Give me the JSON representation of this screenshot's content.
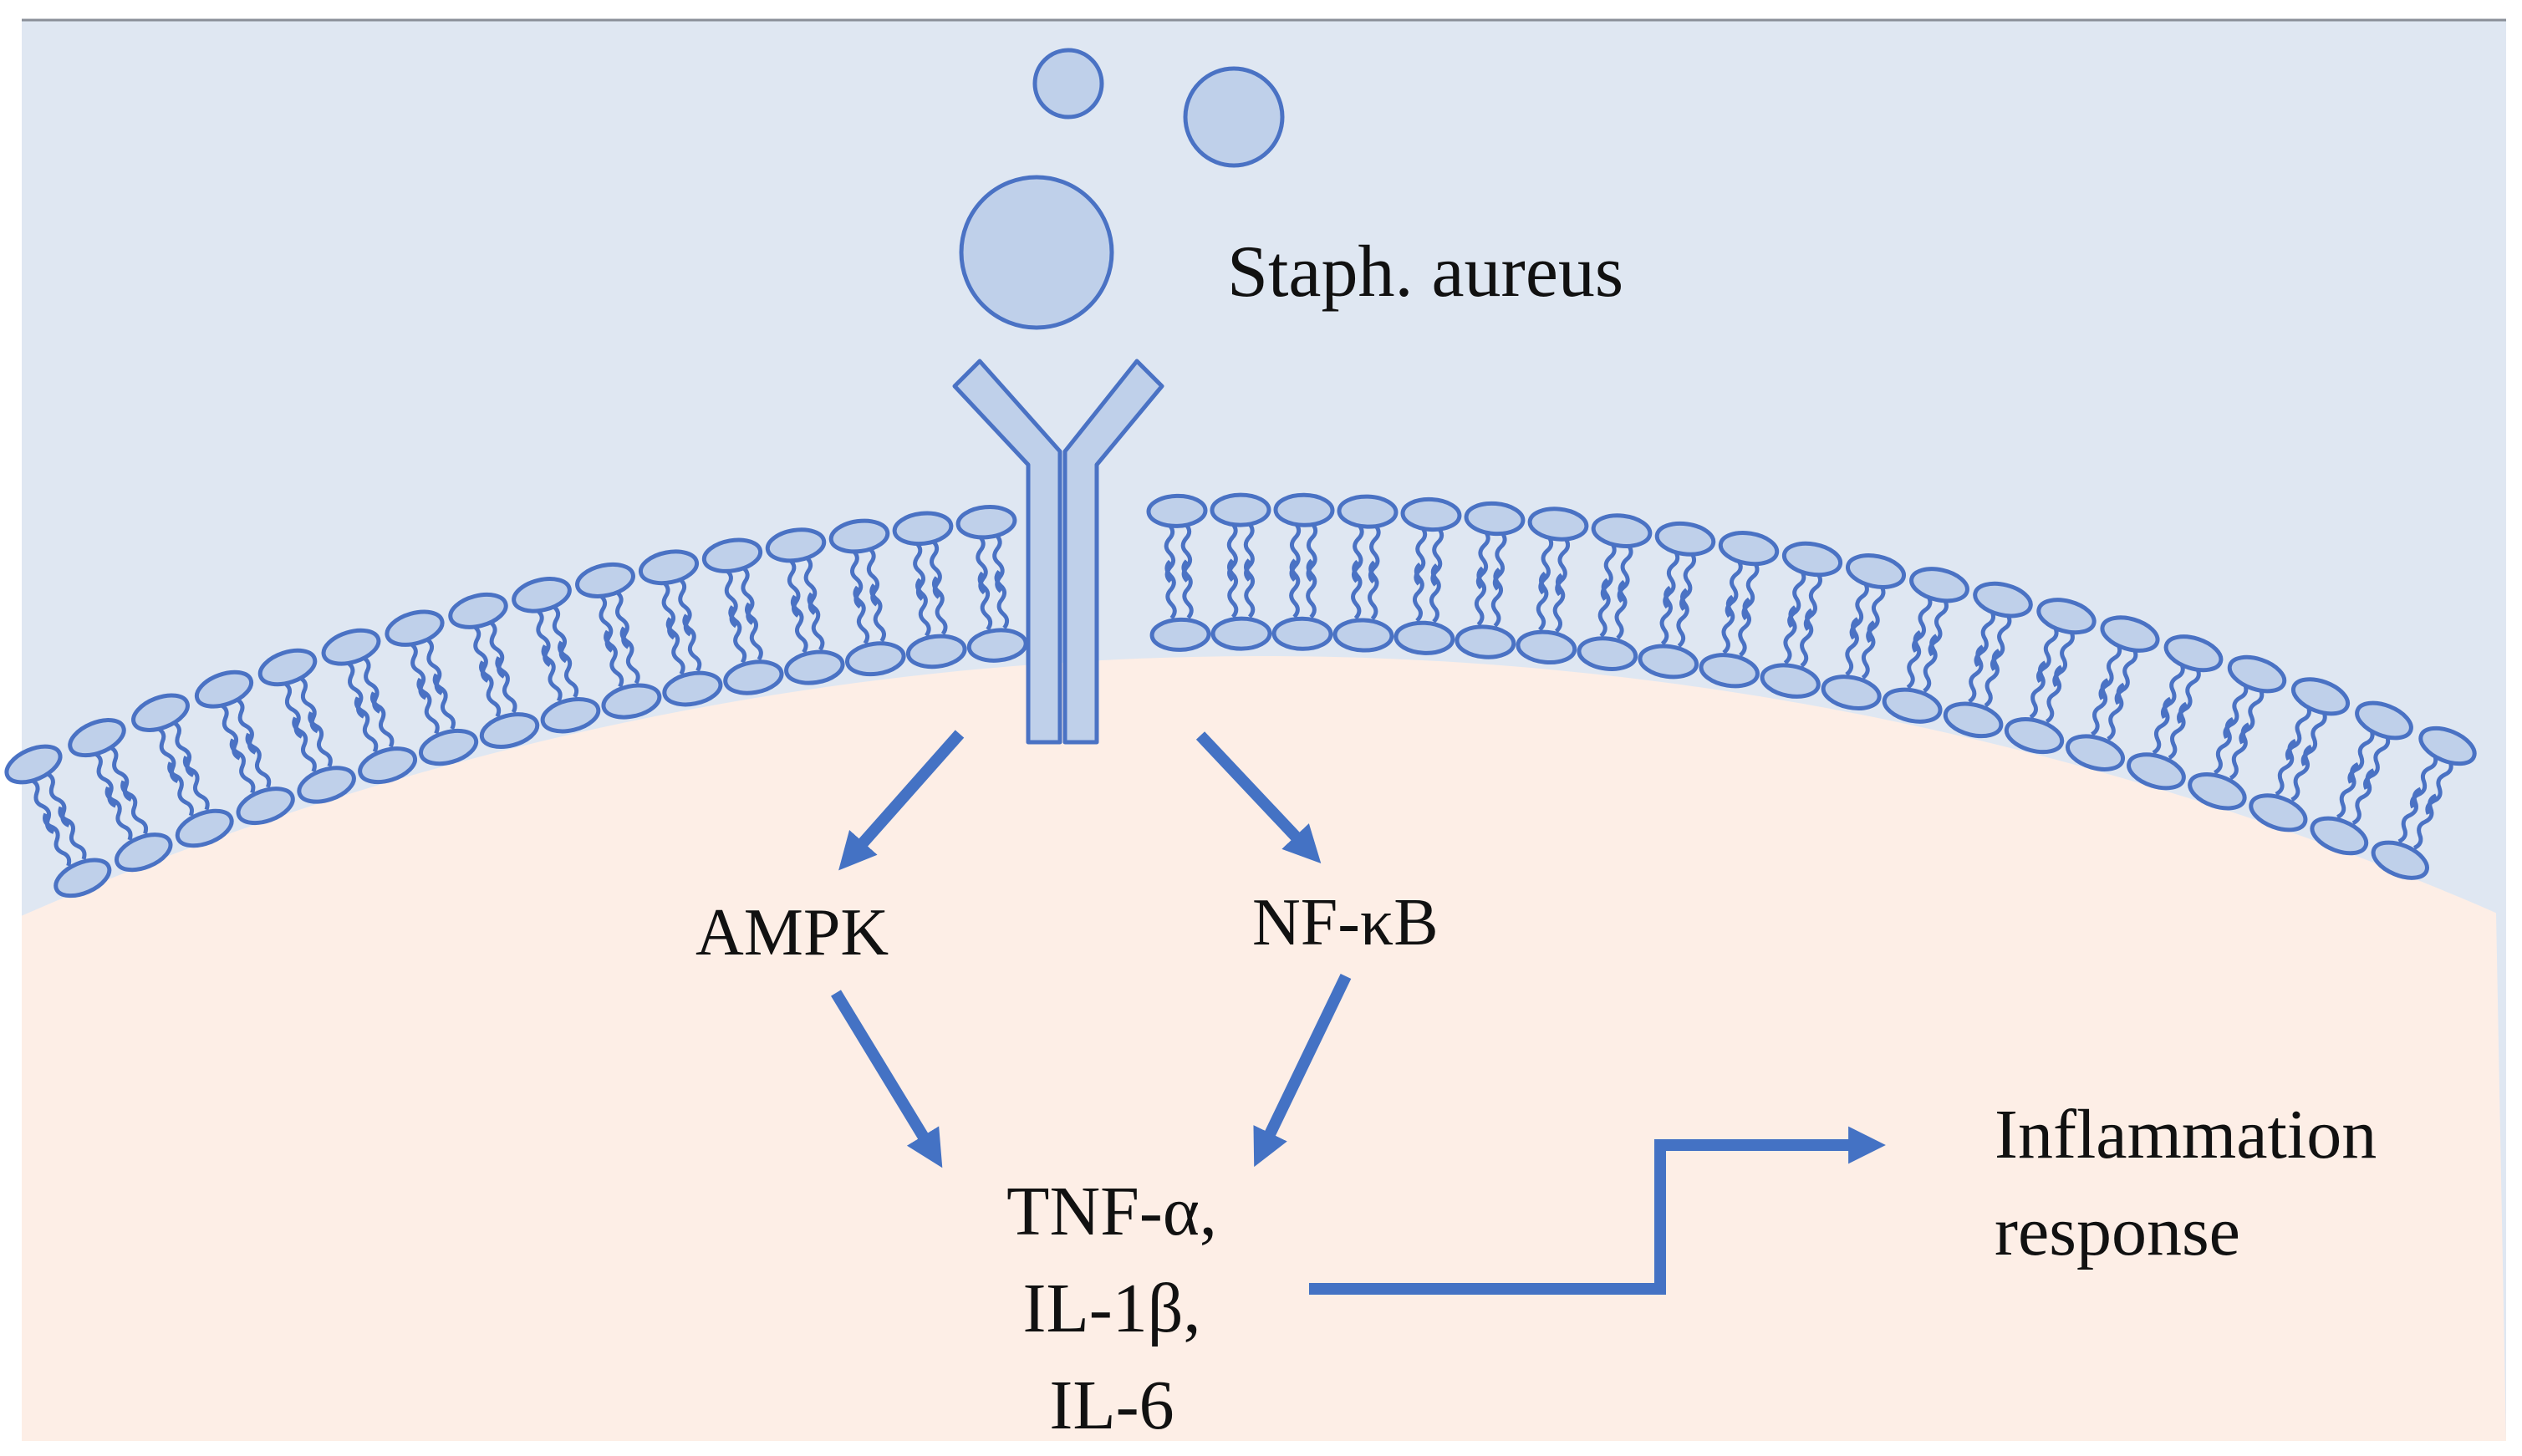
{
  "colors": {
    "extracellular": "#dfe7f2",
    "cytoplasm": "#fdeee6",
    "lipid_fill": "#bfd0ea",
    "lipid_stroke": "#4a72c4",
    "arrow": "#4472c4",
    "text": "#111111"
  },
  "labels": {
    "pathogen": "Staph. aureus",
    "ampk": "AMPK",
    "nfkb": "NF-κB",
    "cytokines": [
      "TNF-α,",
      "IL-1β,",
      "IL-6"
    ],
    "outcome": [
      "Inflammation",
      "response"
    ]
  },
  "icons": {
    "pathogen": "bacteria-circles",
    "receptor": "y-shaped-receptor",
    "membrane": "phospholipid-bilayer"
  }
}
